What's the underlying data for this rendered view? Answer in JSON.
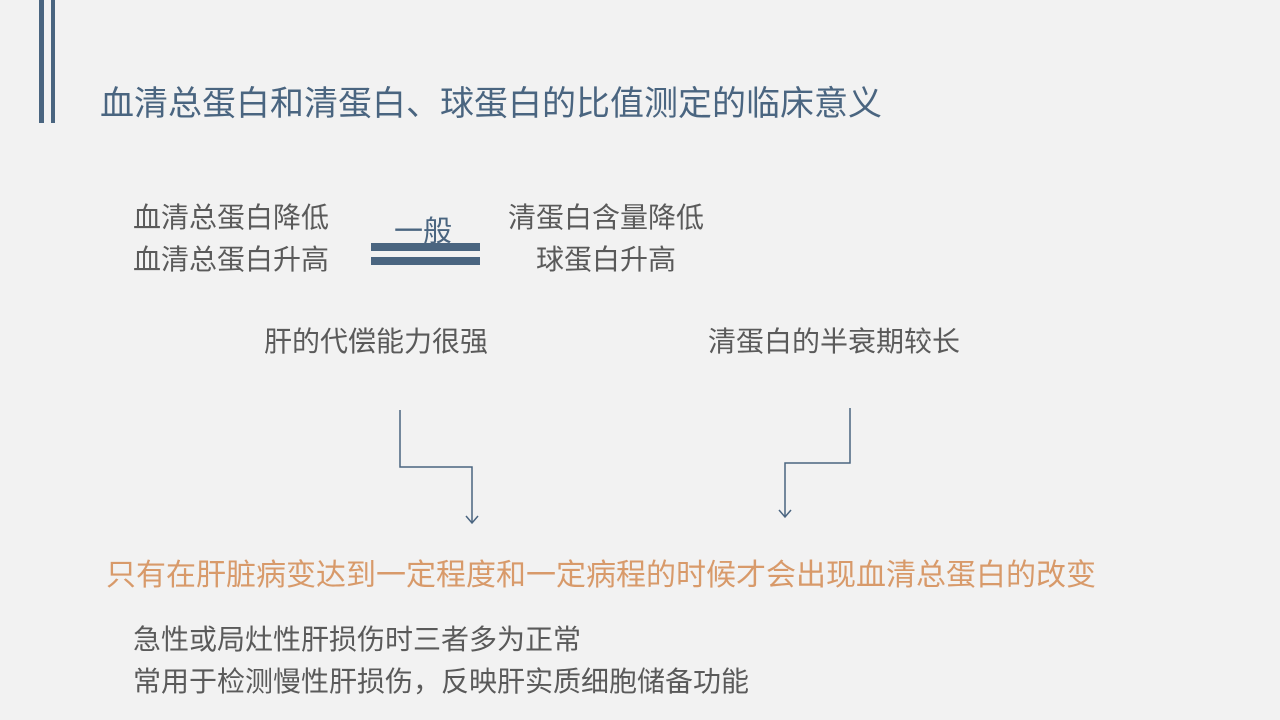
{
  "slide": {
    "title": "血清总蛋白和清蛋白、球蛋白的比值测定的临床意义",
    "left_block": {
      "line1": "血清总蛋白降低",
      "line2": "血清总蛋白升高"
    },
    "equivalence": {
      "label": "一般",
      "symbol": "equals-sign"
    },
    "right_block": {
      "line1": "清蛋白含量降低",
      "line2": "球蛋白升高"
    },
    "reasons": {
      "left": "肝的代偿能力很强",
      "right": "清蛋白的半衰期较长"
    },
    "conclusion": "只有在肝脏病变达到一定程度和一定病程的时候才会出现血清总蛋白的改变",
    "notes": [
      "急性或局灶性肝损伤时三者多为正常",
      "常用于检测慢性肝损伤，反映肝实质细胞储备功能"
    ],
    "colors": {
      "accent": "#4a6580",
      "text": "#5a5a5a",
      "highlight": "#d89a6a",
      "background": "#f2f2f2"
    }
  }
}
